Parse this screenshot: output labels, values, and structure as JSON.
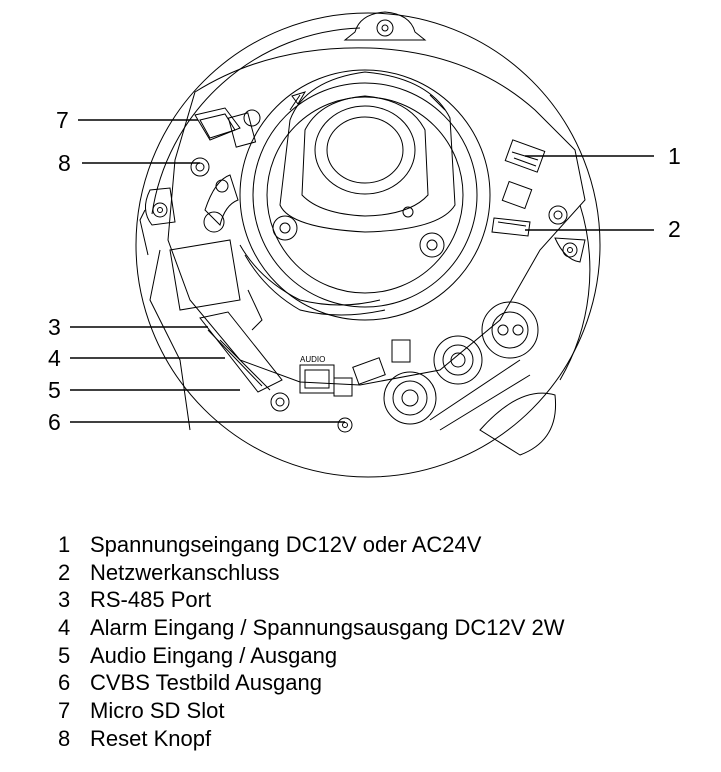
{
  "diagram": {
    "callouts": [
      {
        "num": "1"
      },
      {
        "num": "2"
      },
      {
        "num": "3"
      },
      {
        "num": "4"
      },
      {
        "num": "5"
      },
      {
        "num": "6"
      },
      {
        "num": "7"
      },
      {
        "num": "8"
      }
    ],
    "markings": {
      "audio": "AUDIO"
    }
  },
  "legend": {
    "items": [
      {
        "num": "1",
        "text": "Spannungseingang DC12V oder AC24V"
      },
      {
        "num": "2",
        "text": "Netzwerkanschluss"
      },
      {
        "num": "3",
        "text": "RS-485 Port"
      },
      {
        "num": "4",
        "text": "Alarm Eingang / Spannungsausgang DC12V 2W"
      },
      {
        "num": "5",
        "text": "Audio Eingang / Ausgang"
      },
      {
        "num": "6",
        "text": "CVBS Testbild Ausgang"
      },
      {
        "num": "7",
        "text": "Micro SD Slot"
      },
      {
        "num": "8",
        "text": "Reset Knopf"
      }
    ]
  }
}
